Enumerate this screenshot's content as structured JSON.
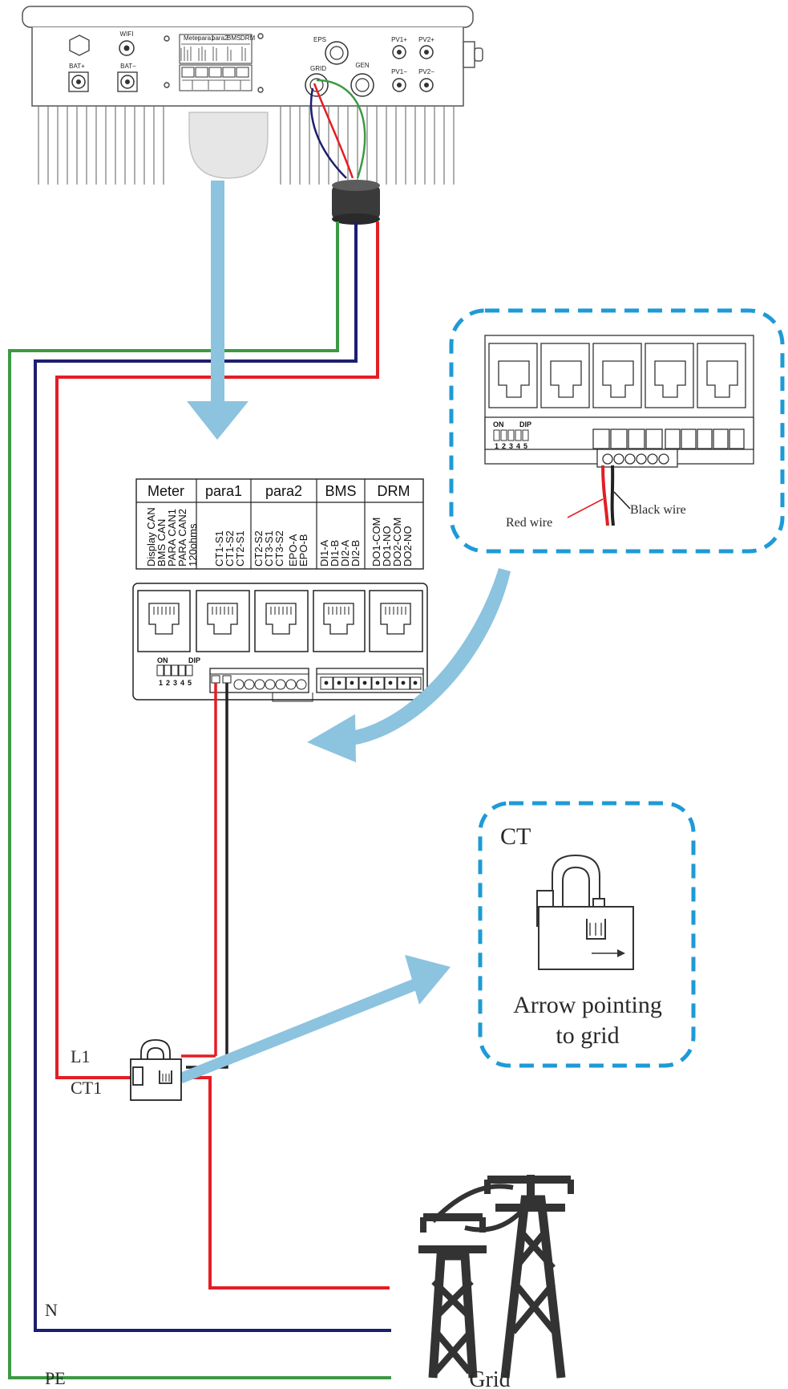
{
  "inverter": {
    "port_labels": {
      "wifi": "WIFI",
      "bat_plus": "BAT+",
      "bat_minus": "BAT−",
      "eps": "EPS",
      "grid": "GRID",
      "gen": "GEN",
      "pv1_plus": "PV1+",
      "pv2_plus": "PV2+",
      "pv1_minus": "PV1−",
      "pv2_minus": "PV2−"
    },
    "mini_headers": [
      "Meter",
      "para1",
      "para2",
      "BMS",
      "DRM"
    ]
  },
  "terminal_table": {
    "headers": [
      "Meter",
      "para1",
      "para2",
      "BMS",
      "DRM"
    ],
    "pins": [
      [
        "Display CAN",
        "BMS CAN",
        "PARA CAN1",
        "PARA CAN2",
        "120ohms"
      ],
      [
        "CT1-S1",
        "CT1-S2",
        "CT2-S1"
      ],
      [
        "CT2-S2",
        "CT3-S1",
        "CT3-S2",
        "EPO-A",
        "EPO-B"
      ],
      [
        "DI1-A",
        "DI1-B",
        "DI2-A",
        "DI2-B"
      ],
      [
        "DO1-COM",
        "DO1-NO",
        "DO2-COM",
        "DO2-NO"
      ]
    ]
  },
  "dip_switch": {
    "on_label": "ON",
    "dip_label": "DIP",
    "numbers": [
      "1",
      "2",
      "3",
      "4",
      "5"
    ]
  },
  "detail_callout": {
    "red_wire_label": "Red wire",
    "black_wire_label": "Black wire"
  },
  "ct_callout": {
    "title": "CT",
    "caption_line1": "Arrow pointing",
    "caption_line2": "to grid"
  },
  "wiring_labels": {
    "l1": "L1",
    "ct1": "CT1",
    "n": "N",
    "pe": "PE",
    "grid": "Grid"
  },
  "colors": {
    "line_wire": "#e31e24",
    "neutral_wire": "#1c1f6e",
    "earth_wire": "#3c9a44",
    "ct_signal_wire": "#222222",
    "callout_border": "#1e9ad6",
    "arrow": "#8cc3df"
  }
}
